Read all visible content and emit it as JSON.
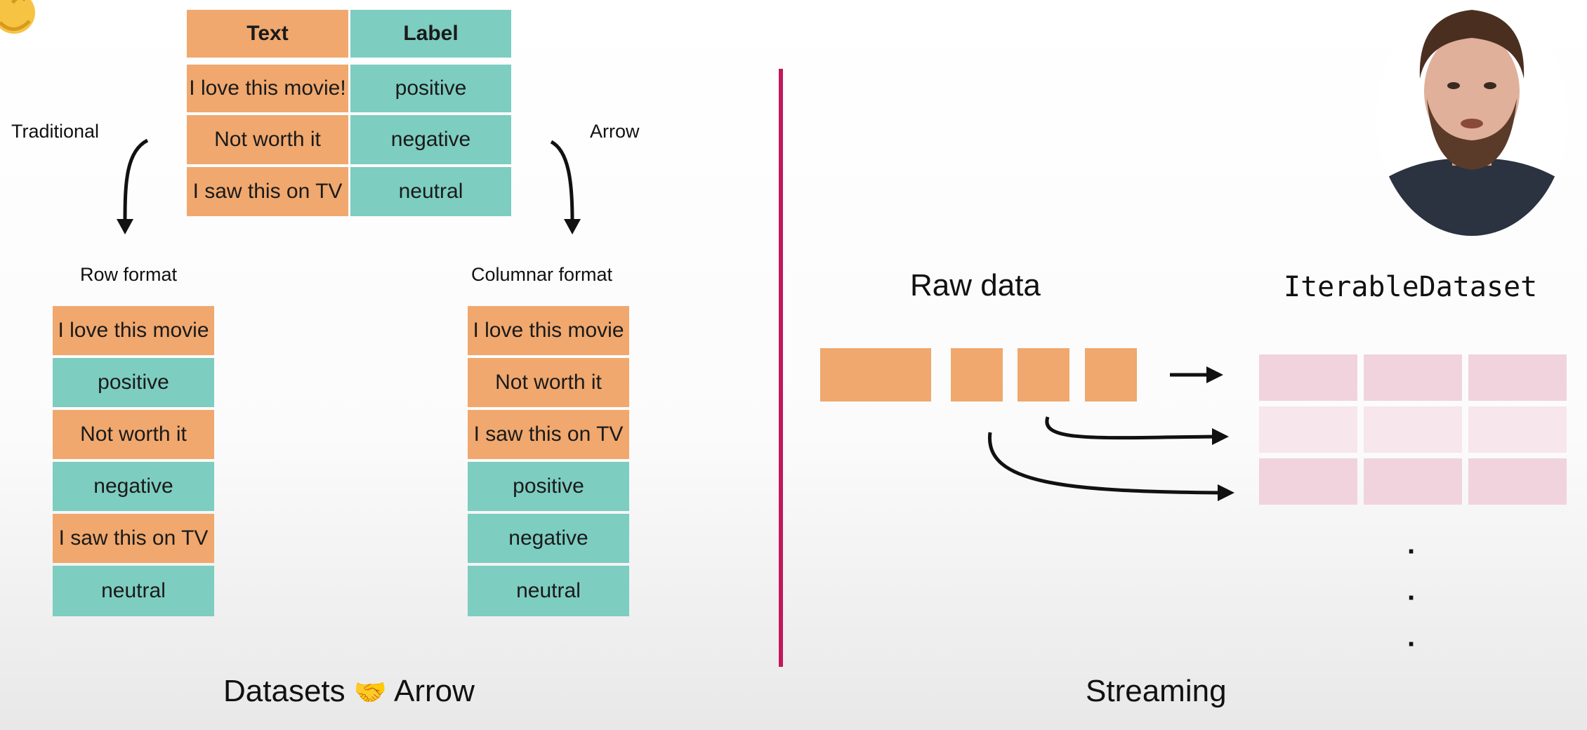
{
  "top_table": {
    "headers": {
      "text": "Text",
      "label": "Label"
    },
    "rows": [
      {
        "text": "I love this movie!",
        "label": "positive"
      },
      {
        "text": "Not worth it",
        "label": "negative"
      },
      {
        "text": "I saw this on TV",
        "label": "neutral"
      }
    ]
  },
  "arrows": {
    "left": "Traditional",
    "right": "Arrow"
  },
  "row_format": {
    "title": "Row format",
    "cells": [
      "I love this movie",
      "positive",
      "Not worth it",
      "negative",
      "I saw this on TV",
      "neutral"
    ]
  },
  "columnar_format": {
    "title": "Columnar format",
    "cells": [
      "I love this movie",
      "Not worth it",
      "I saw this on TV",
      "positive",
      "negative",
      "neutral"
    ]
  },
  "captions": {
    "left_prefix": "Datasets",
    "left_emoji": "🤝",
    "left_suffix": "Arrow",
    "right": "Streaming"
  },
  "streaming": {
    "raw_data": "Raw data",
    "iterable": "IterableDataset",
    "ellipsis": [
      "·",
      "·",
      "·"
    ]
  },
  "colors": {
    "text_cell": "#f0a86e",
    "label_cell": "#7dcdc0",
    "divider": "#c2185b",
    "grid_row": "#f1d3dd"
  },
  "icons": {
    "corner": "hand-emoji-icon",
    "presenter": "presenter-video"
  }
}
